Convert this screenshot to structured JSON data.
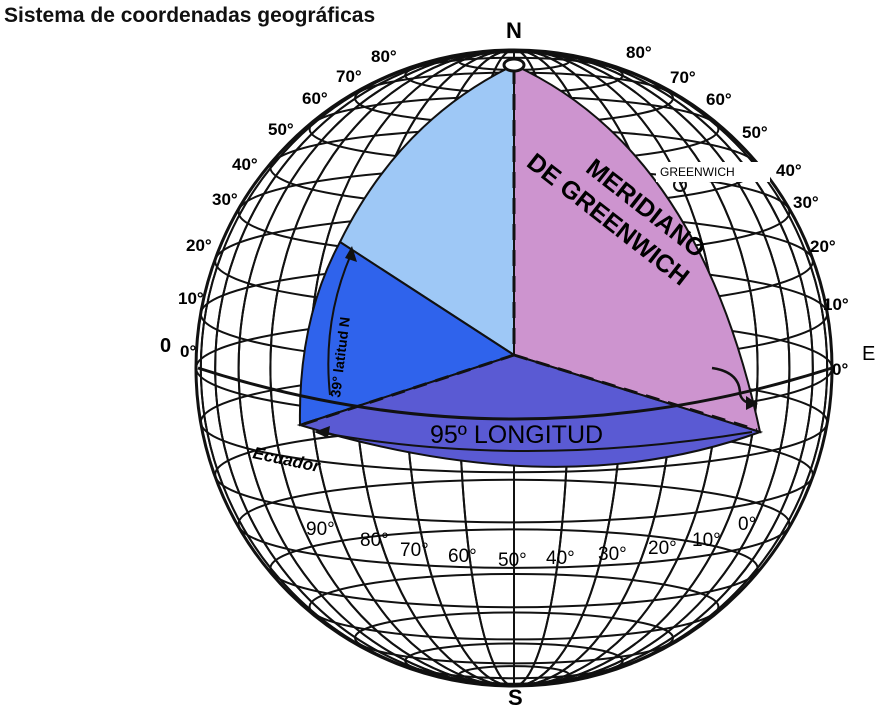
{
  "title": "Sistema de coordenadas geográficas",
  "poles": {
    "north": "N",
    "south": "S"
  },
  "side_labels": {
    "west": "0",
    "east": "E"
  },
  "meridian_label": {
    "line1": "MERIDIANO",
    "line2": "DE GREENWICH"
  },
  "greenwich_label": "GREENWICH",
  "latitude_label": "39° latitud N",
  "longitude_label": "95º LONGITUD",
  "equator_label": "Ecuador",
  "left_lat_labels": [
    "80°",
    "70°",
    "60°",
    "50°",
    "40°",
    "30°",
    "20°",
    "10°",
    "0°"
  ],
  "right_lat_labels": [
    "80°",
    "70°",
    "60°",
    "50°",
    "40°",
    "30°",
    "20°",
    "10°",
    "0°"
  ],
  "longitude_labels": [
    "90°",
    "80°",
    "70°",
    "60°",
    "50°",
    "40°",
    "30°",
    "20°",
    "10°",
    "0°"
  ],
  "colors": {
    "light_blue": "#9ec8f6",
    "royal_blue": "#2f63ec",
    "pink": "#cd94cf",
    "indigo": "#5a5ad3",
    "grid": "#111111"
  }
}
